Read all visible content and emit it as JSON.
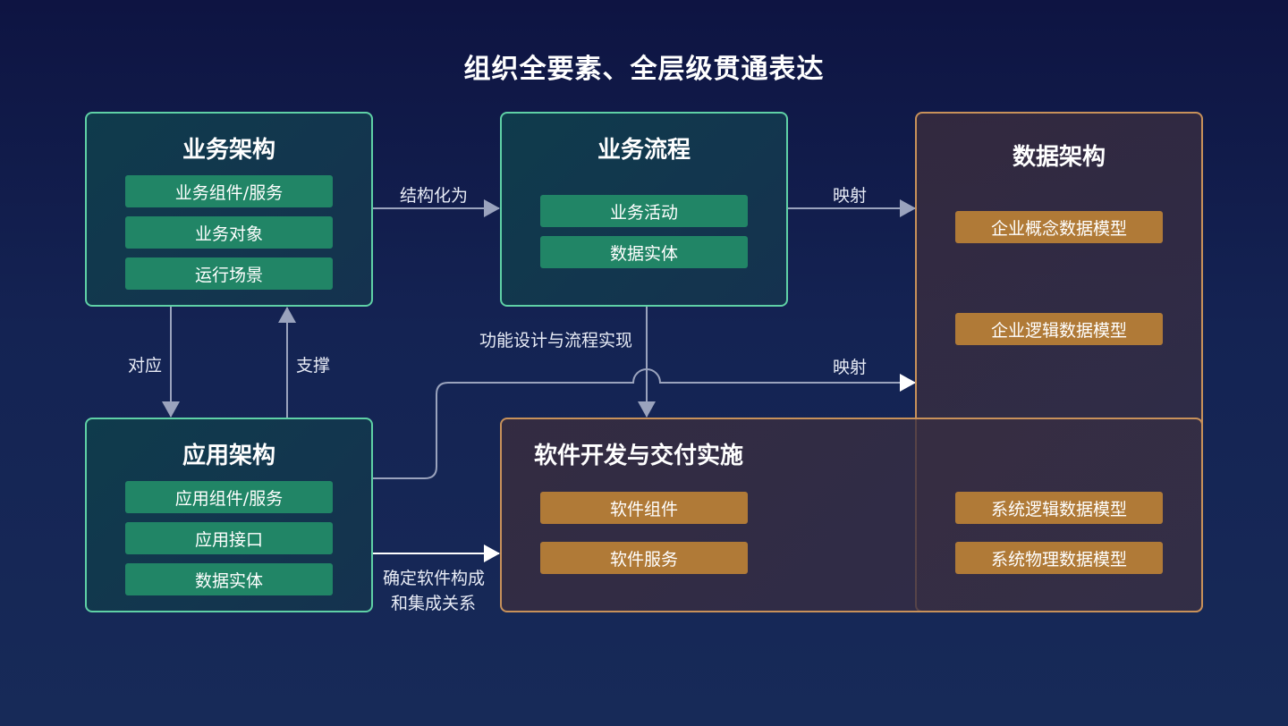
{
  "title": "组织全要素、全层级贯通表达",
  "business_arch": {
    "title": "业务架构",
    "items": [
      "业务组件/服务",
      "业务对象",
      "运行场景"
    ]
  },
  "business_process": {
    "title": "业务流程",
    "items": [
      "业务活动",
      "数据实体"
    ]
  },
  "data_arch": {
    "title": "数据架构",
    "items": [
      "企业概念数据模型",
      "企业逻辑数据模型",
      "系统逻辑数据模型",
      "系统物理数据模型"
    ]
  },
  "app_arch": {
    "title": "应用架构",
    "items": [
      "应用组件/服务",
      "应用接口",
      "数据实体"
    ]
  },
  "software_dev": {
    "title": "软件开发与交付实施",
    "items": [
      "软件组件",
      "软件服务"
    ]
  },
  "edge_labels": {
    "structure_as": "结构化为",
    "map_top": "映射",
    "map_mid": "映射",
    "correspond": "对应",
    "support": "支撑",
    "function_design": "功能设计与流程实现",
    "determine_line1": "确定软件构成",
    "determine_line2": "和集成关系"
  },
  "colors": {
    "background_top": "#0e1442",
    "background_bottom": "#172a58",
    "green_border": "#5fd1a6",
    "green_chip": "#218566",
    "orange_border": "#c8915a",
    "orange_chip": "#b07a37",
    "connector_gray": "#9aa3bd",
    "connector_white": "#ffffff"
  }
}
